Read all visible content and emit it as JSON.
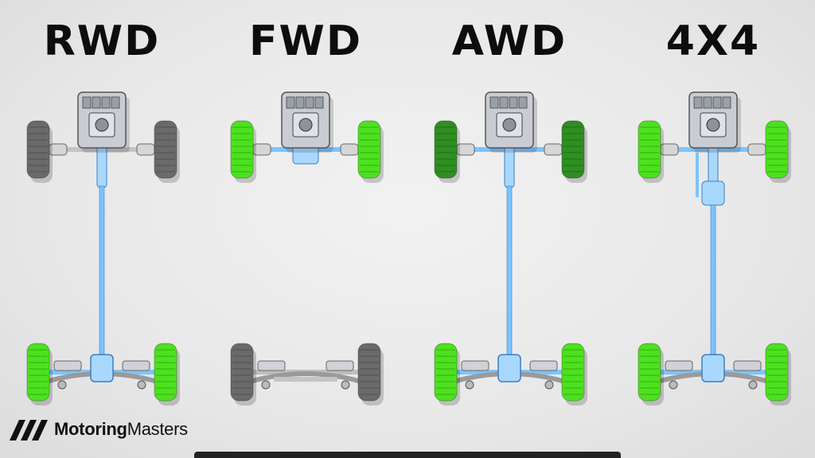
{
  "columns": [
    {
      "title": "RWD",
      "front_wheels": "passive",
      "rear_wheels": "driven"
    },
    {
      "title": "FWD",
      "front_wheels": "driven",
      "rear_wheels": "passive"
    },
    {
      "title": "AWD",
      "front_wheels": "driven-secondary",
      "rear_wheels": "driven"
    },
    {
      "title": "4X4",
      "front_wheels": "driven",
      "rear_wheels": "driven"
    }
  ],
  "brand": {
    "name_bold": "Motoring",
    "name_regular": "Masters",
    "logo_icon": "motoring-masters-logo-icon"
  },
  "colors": {
    "driven": "#4ce21e",
    "driven_secondary": "#2f8f22",
    "passive": "#6a6a6a",
    "driveline": "#7cc4ff",
    "engine": "#c9ccd2"
  }
}
